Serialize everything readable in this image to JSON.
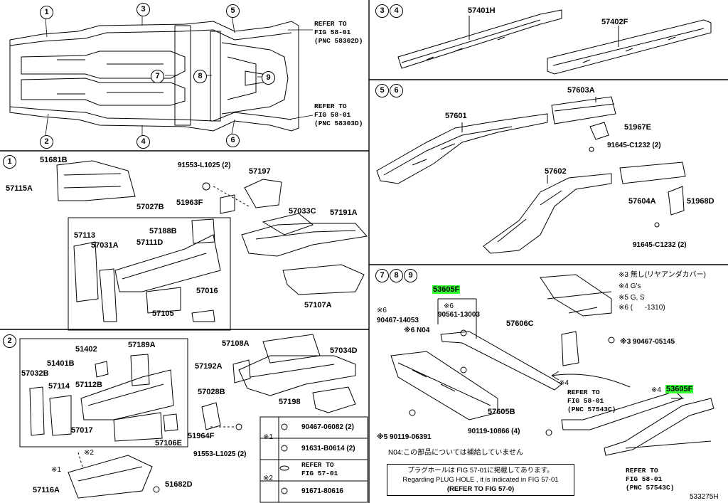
{
  "overview": {
    "markers": [
      "1",
      "2",
      "3",
      "4",
      "5",
      "6",
      "7",
      "8",
      "9"
    ],
    "refer_top": "REFER TO\nFIG 58-01\n(PNC 58302D)",
    "refer_bottom": "REFER TO\nFIG 58-01\n(PNC 58303D)"
  },
  "sec34": {
    "head": [
      "3",
      "4"
    ],
    "parts": [
      "57401H",
      "57402F"
    ]
  },
  "sec56": {
    "head": [
      "5",
      "6"
    ],
    "parts": [
      "57603A",
      "57601",
      "51967E",
      "91645-C1232 (2)",
      "57602",
      "57604A",
      "51968D",
      "91645-C1232 (2)"
    ]
  },
  "sec1": {
    "head": "1",
    "parts": [
      "51681B",
      "57115A",
      "91553-L1025 (2)",
      "57197",
      "51963F",
      "57033C",
      "57191A",
      "57027B",
      "57113",
      "57188B",
      "57031A",
      "57111D",
      "57016",
      "57105",
      "57107A"
    ]
  },
  "sec2": {
    "head": "2",
    "parts": [
      "51402",
      "57189A",
      "51401B",
      "57032B",
      "57114",
      "57112B",
      "57017",
      "57106E",
      "57108A",
      "57034D",
      "57192A",
      "57028B",
      "57198",
      "51964F",
      "91553-L1025 (2)",
      "※1",
      "※2",
      "57116A",
      "51682D"
    ],
    "box_rows": [
      {
        "mark": "",
        "pn": "90467-06082 (2)"
      },
      {
        "mark": "※1",
        "pn": "91631-B0614 (2)"
      },
      {
        "mark": "",
        "pn": "REFER TO\nFIG 57-01"
      },
      {
        "mark": "※2",
        "pn": "91671-80616"
      }
    ]
  },
  "sec789": {
    "head": [
      "7",
      "8",
      "9"
    ],
    "highlight": "53605F",
    "parts": [
      "※6",
      "90467-14053",
      "※6",
      "90561-13003",
      "※6 N04",
      "57606C",
      "※3 90467-05145",
      "※4",
      "57605B",
      "※5 90119-06391",
      "90119-10866 (4)",
      "※4"
    ],
    "refer_a": "REFER TO\nFIG 58-01\n(PNC 57543C)",
    "refer_b": "REFER TO\nFIG 58-01\n(PNC 57543C)",
    "notes": [
      "※3 無し(リヤアンダカバー)",
      "※4 G's",
      "※5 G, S",
      "※6 (      -1310)"
    ],
    "n04": "N04:この部品については補給していません",
    "box": [
      "プラグホールは FIG 57-01に掲載してあります。",
      "Regarding PLUG HOLE , it is indicated in FIG 57-01",
      "(REFER TO FIG 57-0)"
    ]
  },
  "footer": {
    "code": "533275H"
  }
}
